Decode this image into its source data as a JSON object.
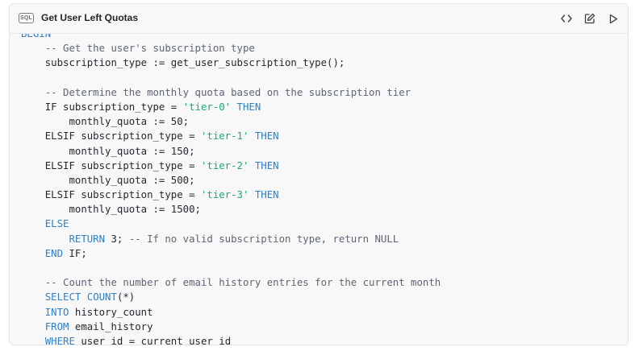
{
  "header": {
    "badge": "SQL",
    "title": "Get User Left Quotas",
    "actions": [
      {
        "name": "code-view-icon"
      },
      {
        "name": "edit-icon"
      },
      {
        "name": "run-icon"
      }
    ]
  },
  "colors": {
    "keyword": "#2f80c4",
    "string": "#1aa77a",
    "comment": "#5e6673",
    "text": "#24292f",
    "panel_bg": "#f8f8f9",
    "border": "#e2e4e8"
  },
  "code_lines": [
    [
      {
        "t": "kw",
        "v": "BEGIN"
      }
    ],
    [
      {
        "t": "plain",
        "v": "    "
      },
      {
        "t": "cm",
        "v": "-- Get the user's subscription type"
      }
    ],
    [
      {
        "t": "plain",
        "v": "    subscription_type := get_user_subscription_type();"
      }
    ],
    [],
    [
      {
        "t": "plain",
        "v": "    "
      },
      {
        "t": "cm",
        "v": "-- Determine the monthly quota based on the subscription tier"
      }
    ],
    [
      {
        "t": "plain",
        "v": "    IF subscription_type = "
      },
      {
        "t": "str",
        "v": "'tier-0'"
      },
      {
        "t": "plain",
        "v": " "
      },
      {
        "t": "kw",
        "v": "THEN"
      }
    ],
    [
      {
        "t": "plain",
        "v": "        monthly_quota := 50;"
      }
    ],
    [
      {
        "t": "plain",
        "v": "    ELSIF subscription_type = "
      },
      {
        "t": "str",
        "v": "'tier-1'"
      },
      {
        "t": "plain",
        "v": " "
      },
      {
        "t": "kw",
        "v": "THEN"
      }
    ],
    [
      {
        "t": "plain",
        "v": "        monthly_quota := 150;"
      }
    ],
    [
      {
        "t": "plain",
        "v": "    ELSIF subscription_type = "
      },
      {
        "t": "str",
        "v": "'tier-2'"
      },
      {
        "t": "plain",
        "v": " "
      },
      {
        "t": "kw",
        "v": "THEN"
      }
    ],
    [
      {
        "t": "plain",
        "v": "        monthly_quota := 500;"
      }
    ],
    [
      {
        "t": "plain",
        "v": "    ELSIF subscription_type = "
      },
      {
        "t": "str",
        "v": "'tier-3'"
      },
      {
        "t": "plain",
        "v": " "
      },
      {
        "t": "kw",
        "v": "THEN"
      }
    ],
    [
      {
        "t": "plain",
        "v": "        monthly_quota := 1500;"
      }
    ],
    [
      {
        "t": "plain",
        "v": "    "
      },
      {
        "t": "kw",
        "v": "ELSE"
      }
    ],
    [
      {
        "t": "plain",
        "v": "        "
      },
      {
        "t": "kw",
        "v": "RETURN"
      },
      {
        "t": "plain",
        "v": " 3; "
      },
      {
        "t": "cm",
        "v": "-- If no valid subscription type, return NULL"
      }
    ],
    [
      {
        "t": "plain",
        "v": "    "
      },
      {
        "t": "kw",
        "v": "END"
      },
      {
        "t": "plain",
        "v": " IF;"
      }
    ],
    [],
    [
      {
        "t": "plain",
        "v": "    "
      },
      {
        "t": "cm",
        "v": "-- Count the number of email history entries for the current month"
      }
    ],
    [
      {
        "t": "plain",
        "v": "    "
      },
      {
        "t": "kw",
        "v": "SELECT"
      },
      {
        "t": "plain",
        "v": " "
      },
      {
        "t": "kw",
        "v": "COUNT"
      },
      {
        "t": "plain",
        "v": "(*)"
      }
    ],
    [
      {
        "t": "plain",
        "v": "    "
      },
      {
        "t": "kw",
        "v": "INTO"
      },
      {
        "t": "plain",
        "v": " history_count"
      }
    ],
    [
      {
        "t": "plain",
        "v": "    "
      },
      {
        "t": "kw",
        "v": "FROM"
      },
      {
        "t": "plain",
        "v": " email_history"
      }
    ],
    [
      {
        "t": "plain",
        "v": "    "
      },
      {
        "t": "kw",
        "v": "WHERE"
      },
      {
        "t": "plain",
        "v": " user_id = current_user_id"
      }
    ]
  ]
}
